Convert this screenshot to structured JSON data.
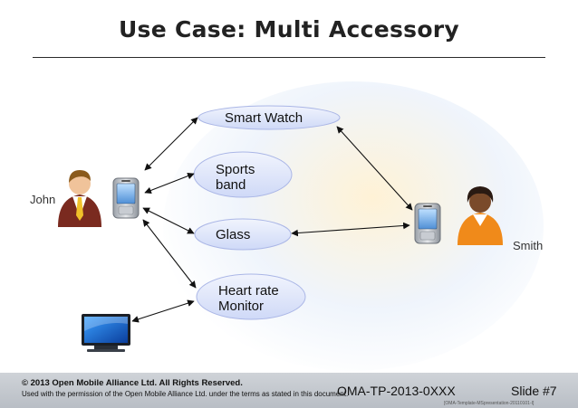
{
  "title": "Use Case: Multi Accessory",
  "people": {
    "left": "John",
    "right": "Smith"
  },
  "accessories": {
    "smart_watch": "Smart Watch",
    "sports_band_line1": "Sports",
    "sports_band_line2": "band",
    "glass": "Glass",
    "heart_rate_line1": "Heart rate",
    "heart_rate_line2": "Monitor"
  },
  "footer": {
    "copyright": "© 2013 Open Mobile Alliance Ltd.  All Rights Reserved.",
    "permission": "Used with the permission of the Open Mobile Alliance Ltd. under the terms as stated in this document.",
    "doc_id": "OMA-TP-2013-0XXX",
    "slide": "Slide #7",
    "template": "[OMA-Template-MSpresentation-20110101-I]"
  },
  "colors": {
    "bubble_fill": "#dfe6fb",
    "bubble_stroke": "#aab6e6",
    "footer_bg": "#c4c9cf"
  }
}
